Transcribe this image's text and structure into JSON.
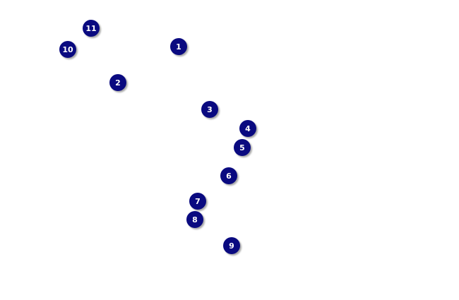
{
  "markers": [
    {
      "label": "1"
    },
    {
      "label": "2"
    },
    {
      "label": "3"
    },
    {
      "label": "4"
    },
    {
      "label": "5"
    },
    {
      "label": "6"
    },
    {
      "label": "7"
    },
    {
      "label": "8"
    },
    {
      "label": "9"
    },
    {
      "label": "10"
    },
    {
      "label": "11"
    }
  ],
  "colors": {
    "marker_fill": "#0a0a80",
    "marker_text": "#ffffff",
    "background": "#ffffff"
  }
}
